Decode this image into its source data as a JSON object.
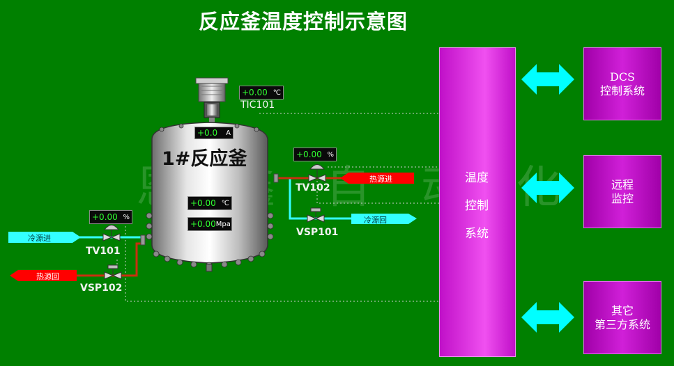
{
  "title": "反应釜温度控制示意图",
  "reactor_label": "1#反应釜",
  "watermark": "恩 鑫 自 动 化",
  "displays": {
    "tic101": {
      "value": "+0.00",
      "unit": "℃"
    },
    "agitator": {
      "value": "+0.0",
      "unit": "A"
    },
    "reactor_temp": {
      "value": "+0.00",
      "unit": "℃"
    },
    "reactor_pressure": {
      "value": "+0.00",
      "unit": "Mpa"
    },
    "tv102": {
      "value": "+0.00",
      "unit": "%"
    },
    "tv101": {
      "value": "+0.00",
      "unit": "%"
    }
  },
  "tags": {
    "tic101": "TIC101",
    "tv102": "TV102",
    "tv101": "TV101",
    "vsp101": "VSP101",
    "vsp102": "VSP102"
  },
  "pipes": {
    "cold_in": "冷源进",
    "hot_return": "热源回",
    "hot_in": "热源进",
    "cold_return": "冷源回"
  },
  "control_system": {
    "line1": "温度",
    "line2": "控制",
    "line3": "系统"
  },
  "external_systems": [
    {
      "line1": "DCS",
      "line2": "控制系统"
    },
    {
      "line1": "远程",
      "line2": "监控"
    },
    {
      "line1": "其它",
      "line2": "第三方系统"
    }
  ],
  "colors": {
    "background": "#008000",
    "cold_pipe": "#33ffff",
    "hot_pipe": "#ff2020",
    "hot_pipe_line": "#c83010",
    "system_box": "#d020d8",
    "arrow": "#00ffff"
  }
}
